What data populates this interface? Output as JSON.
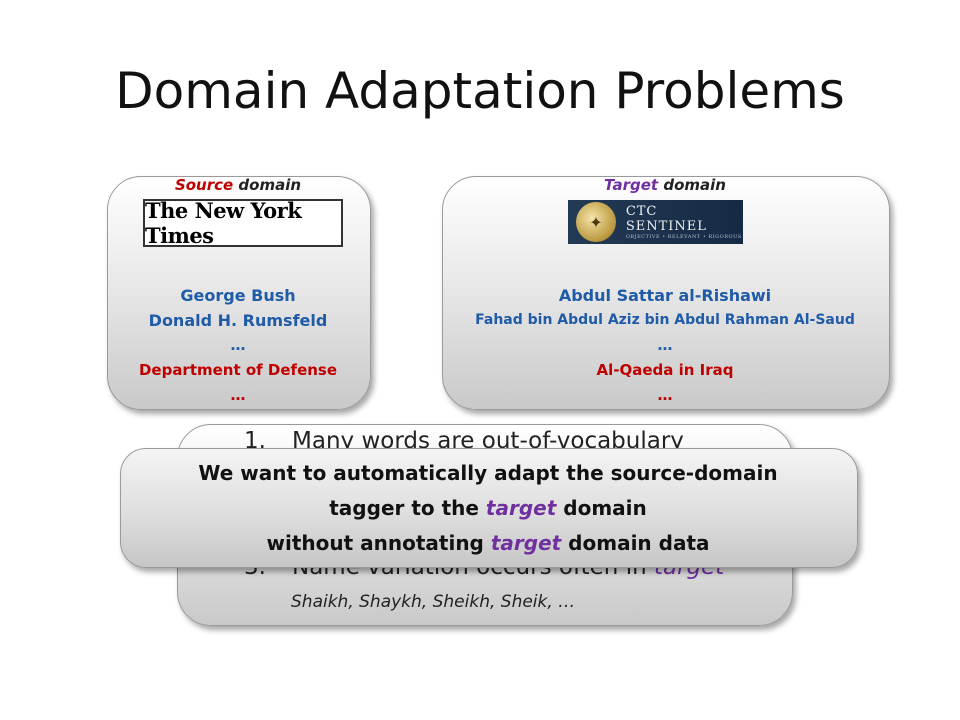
{
  "slide": {
    "title": "Domain Adaptation Problems"
  },
  "source_domain": {
    "label_highlight": "Source",
    "label_rest": " domain",
    "logo_text": "The New York Times",
    "entities": [
      "George Bush",
      "Donald H. Rumsfeld",
      "…",
      "Department of Defense",
      "…"
    ]
  },
  "target_domain": {
    "label_highlight": "Target",
    "label_rest": " domain",
    "logo_text": "CTC SENTINEL",
    "logo_subtext": "OBJECTIVE • RELEVANT • RIGOROUS",
    "entities": [
      "Abdul Sattar al-Rishawi",
      "Fahad bin Abdul Aziz bin Abdul Rahman Al-Saud",
      "…",
      "Al-Qaeda in Iraq",
      "…"
    ]
  },
  "problems": {
    "item1_num": "1.",
    "item1_text": "Many words are out-of-vocabulary",
    "item3_num": "3.",
    "item3_text_prefix": "Name variation occurs often in ",
    "item3_text_highlight": "target",
    "item3_example": "Shaikh, Shaykh, Sheikh, Sheik, …"
  },
  "overlay": {
    "line1": "We want to automatically adapt the source-domain",
    "line2_prefix": "tagger to the ",
    "line2_highlight": "target",
    "line2_suffix": " domain",
    "line3_prefix": "without annotating ",
    "line3_highlight": "target",
    "line3_suffix": " domain data"
  },
  "colors": {
    "source_label": "#c00000",
    "target_label": "#7030a0",
    "entity_blue": "#1f5ba8",
    "entity_red": "#c00000"
  }
}
